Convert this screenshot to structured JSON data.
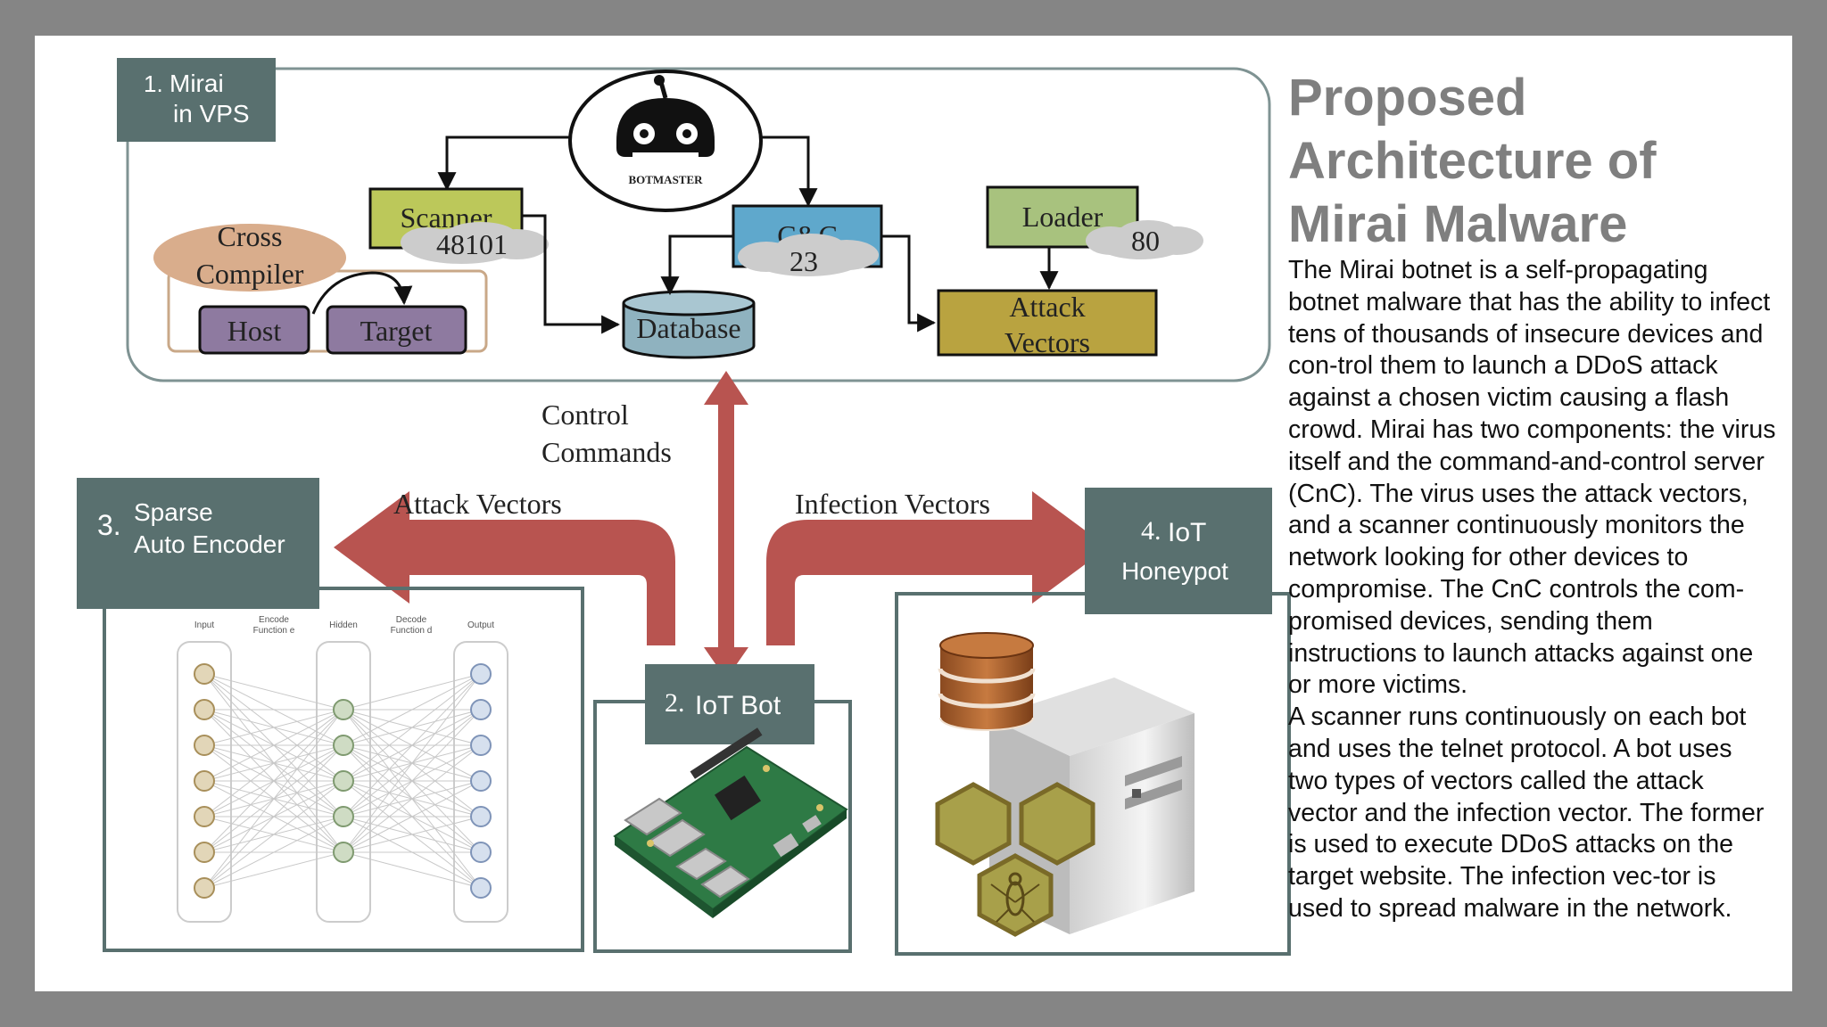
{
  "title": "Proposed Architecture of Mirai Malware",
  "paragraphs": [
    "The Mirai botnet is a self-propagating botnet malware that has the ability to infect tens of thousands of insecure devices and con-trol them to launch a DDoS attack against a chosen victim causing a flash crowd. Mirai has two components: the virus itself and the command-and-control server (CnC). The virus uses the attack vectors, and a scanner continuously monitors the network looking for other devices to compromise. The CnC controls the com-promised devices, sending them instructions to launch attacks against one or more victims.",
    "A scanner runs continuously on each bot and uses the telnet protocol. A bot uses two types of vectors called the attack vector and the infection vector. The former is used to execute DDoS attacks on the target website. The infection vec-tor is used to spread malware in the network."
  ],
  "diagram": {
    "vps_label_num": "1.",
    "vps_label_line1": "Mirai",
    "vps_label_line2": "in VPS",
    "botmaster": "BOTMASTER",
    "scanner": "Scanner",
    "scanner_port": "48101",
    "cnc": "C&C",
    "cnc_port": "23",
    "loader": "Loader",
    "loader_port": "80",
    "cross_compiler_line1": "Cross",
    "cross_compiler_line2": "Compiler",
    "host": "Host",
    "target": "Target",
    "database": "Database",
    "attack_vectors_box_line1": "Attack",
    "attack_vectors_box_line2": "Vectors",
    "control_commands_line1": "Control",
    "control_commands_line2": "Commands",
    "attack_vectors_arrow": "Attack Vectors",
    "infection_vectors_arrow": "Infection Vectors",
    "sae_num": "3.",
    "sae_line1": "Sparse",
    "sae_line2": "Auto Encoder",
    "iot_bot_num": "2.",
    "iot_bot": "IoT Bot",
    "honeypot_num": "4.",
    "honeypot_line1": "IoT",
    "honeypot_line2": "Honeypot",
    "nn_labels": {
      "input": "Input",
      "encode_line1": "Encode",
      "encode_line2": "Function e",
      "hidden": "Hidden",
      "decode_line1": "Decode",
      "decode_line2": "Function d",
      "output": "Output"
    }
  },
  "colors": {
    "title": "#7f7f7f",
    "label_box": "#59706f",
    "arrow": "#b85450",
    "scanner_fill": "#bcc85a",
    "cnc_fill": "#5fa8cc",
    "loader_fill": "#a8c27e",
    "attack_fill": "#b9a340",
    "db_fill": "#8fb2bf",
    "cross_fill": "#d9ad8c",
    "host_fill": "#8e7aa0"
  }
}
